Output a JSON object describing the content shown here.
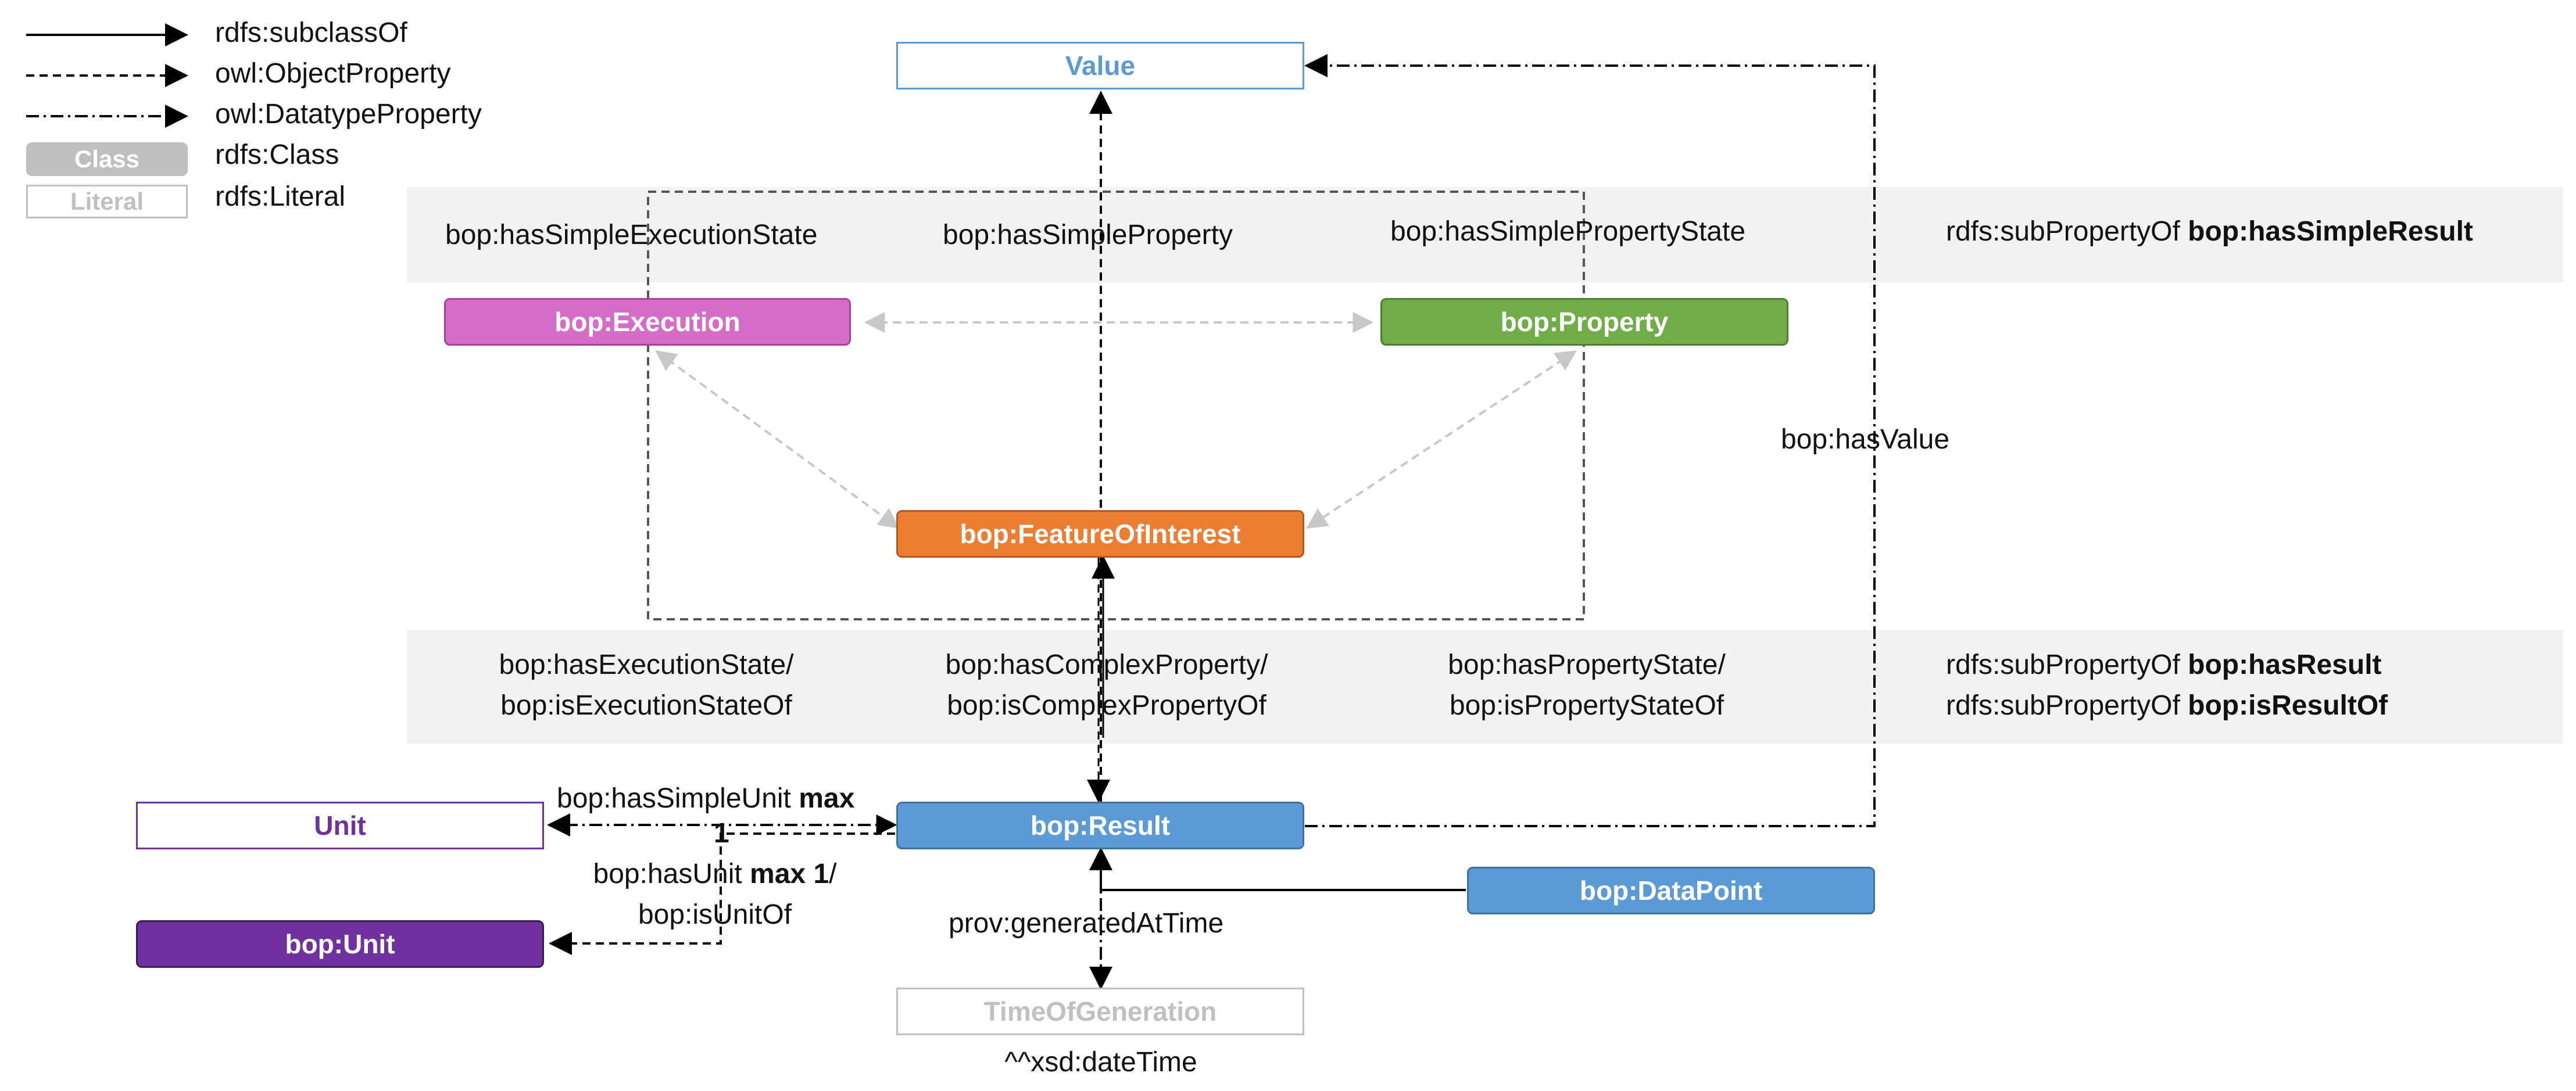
{
  "legend": {
    "subclass": "rdfs:subclassOf",
    "object_property": "owl:ObjectProperty",
    "datatype_property": "owl:DatatypeProperty",
    "class_box": "Class",
    "class_label": "rdfs:Class",
    "literal_box": "Literal",
    "literal_label": "rdfs:Literal"
  },
  "nodes": {
    "value": "Value",
    "execution": "bop:Execution",
    "property": "bop:Property",
    "feature": "bop:FeatureOfInterest",
    "result": "bop:Result",
    "unit_literal": "Unit",
    "unit_class": "bop:Unit",
    "datapoint": "bop:DataPoint",
    "time": "TimeOfGeneration"
  },
  "band_top": {
    "exec_state": "bop:hasSimpleExecutionState",
    "simple_property": "bop:hasSimpleProperty",
    "property_state": "bop:hasSimplePropertyState",
    "subprop_prefix": "rdfs:subPropertyOf ",
    "subprop_target": "bop:hasSimpleResult"
  },
  "band_bottom": {
    "exec_state_1": "bop:hasExecutionState/",
    "exec_state_2": "bop:isExecutionStateOf",
    "complex_1": "bop:hasComplexProperty/",
    "complex_2": "bop:isComplexPropertyOf",
    "prop_state_1": "bop:hasPropertyState/",
    "prop_state_2": "bop:isPropertyStateOf",
    "subprop_prefix_1": "rdfs:subPropertyOf ",
    "subprop_target_1": "bop:hasResult",
    "subprop_prefix_2": "rdfs:subPropertyOf ",
    "subprop_target_2": "bop:isResultOf"
  },
  "edges": {
    "has_value": "bop:hasValue",
    "simple_unit_prefix": "bop:hasSimpleUnit ",
    "simple_unit_max": "max",
    "simple_unit_one": "1",
    "has_unit_prefix": "bop:hasUnit ",
    "has_unit_max": "max 1",
    "has_unit_slash": "/",
    "is_unit_of": "bop:isUnitOf",
    "generated": "prov:generatedAtTime",
    "datetime": "^^xsd:dateTime"
  },
  "colors": {
    "value_text": "#5b9bd5",
    "execution": "#d56cc5",
    "property": "#70ad47",
    "feature": "#ed7d31",
    "result": "#5b9bd5",
    "unit_literal": "#7030a0",
    "unit_class": "#7030a0",
    "literal_gray": "#c0c0c0",
    "legend_class": "#bfbfbf",
    "band": "#f2f2f2"
  }
}
